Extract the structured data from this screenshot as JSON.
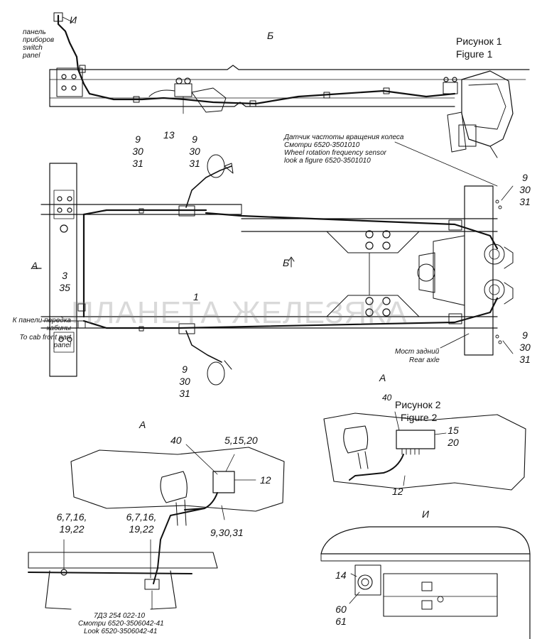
{
  "labels": {
    "top_view_letter": "И",
    "switch_panel_ru1": "панель",
    "switch_panel_ru2": "приборов",
    "switch_panel_en1": "switch",
    "switch_panel_en2": "panel",
    "section_b_top": "Б",
    "fig1_ru": "Рисунок 1",
    "fig1_en": "Figure 1",
    "part_13": "13",
    "sensor_ru1": "Датчик частоты вращения колеса",
    "sensor_ru2": "Смотри 6520-3501010",
    "sensor_en1": "Wheel rotation frequency sensor",
    "sensor_en2": "look a figure 6520-3501010",
    "callout_a": [
      "9",
      "30",
      "31"
    ],
    "callout_b": [
      "9",
      "30",
      "31"
    ],
    "callout_right_top": [
      "9",
      "30",
      "31"
    ],
    "callout_right_bottom": [
      "9",
      "30",
      "31"
    ],
    "callout_bottom": [
      "9",
      "30",
      "31"
    ],
    "view_a_left": "А",
    "callout_3_35": [
      "3",
      "35"
    ],
    "section_b_mid": "Б",
    "part_1": "1",
    "cab_ru1": "К панели передка",
    "cab_ru2": "кабины",
    "cab_en1": "To cab front part",
    "cab_en2": "panel",
    "axle_ru": "Мост задний",
    "axle_en": "Rear axle",
    "view_a_bottom": "А",
    "view_a_right": "А",
    "fig2_ru": "Рисунок 2",
    "fig2_en": "Figure 2",
    "fig2_40": "40",
    "fig2_15_20": [
      "15",
      "20"
    ],
    "fig2_12": "12",
    "detail_40": "40",
    "detail_5_15_20": "5,15,20",
    "detail_12": "12",
    "detail_9_30_31": "9,30,31",
    "detail_6_left": [
      "6,7,16,",
      "19,22"
    ],
    "detail_6_right": [
      "6,7,16,",
      "19,22"
    ],
    "valve_1": "7ДЗ 254 022-10",
    "valve_2": "Смотри 6520-3506042-41",
    "valve_3": "Look 6520-3506042-41",
    "view_i": "И",
    "view_i_14": "14",
    "view_i_60_61": [
      "60",
      "61"
    ]
  },
  "watermark": "ПЛАНЕТА ЖЕЛЕЗЯКА",
  "colors": {
    "ink": "#111111",
    "watermark": "#8a8a8a"
  }
}
